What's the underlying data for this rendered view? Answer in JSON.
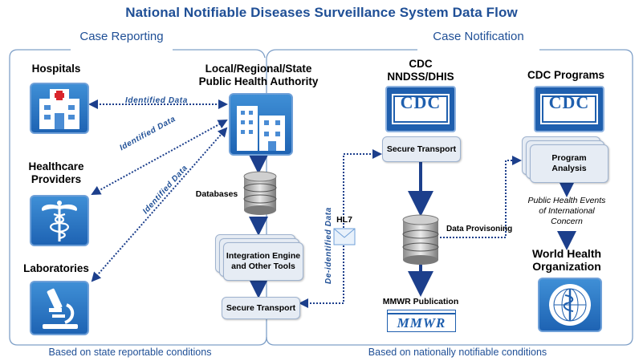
{
  "title": "National Notifiable Diseases Surveillance System Data Flow",
  "sections": {
    "left": "Case Reporting",
    "right": "Case Notification",
    "left_footer": "Based on state reportable conditions",
    "right_footer": "Based on nationally notifiable conditions"
  },
  "nodes": {
    "hospitals": "Hospitals",
    "providers_line1": "Healthcare",
    "providers_line2": "Providers",
    "laboratories": "Laboratories",
    "pha_line1": "Local/Regional/State",
    "pha_line2": "Public Health Authority",
    "databases": "Databases",
    "integration_line1": "Integration Engine",
    "integration_line2": "and Other Tools",
    "secure_transport_left": "Secure Transport",
    "hl7": "HL7",
    "cdc_line1": "CDC",
    "cdc_line2": "NNDSS/DHIS",
    "secure_transport_right": "Secure Transport",
    "data_provisioning": "Data Provisoning",
    "mmwr_publication": "MMWR Publication",
    "mmwr_logo": "MMWR",
    "cdc_programs": "CDC Programs",
    "program_line1": "Program",
    "program_line2": "Analysis",
    "phe_line1": "Public Health Events",
    "phe_line2": "of International",
    "phe_line3": "Concern",
    "who_line1": "World Health",
    "who_line2": "Organization",
    "cdc_logo": "CDC"
  },
  "edge_labels": {
    "hospital_identified": "Identified Data",
    "provider_identified": "Identified Data",
    "lab_identified": "Identified Data",
    "deidentified": "De-identified Data"
  },
  "colors": {
    "accent": "#1f4f96",
    "arrow_dark": "#1c3f8c",
    "card_bg": "#e6ecf4"
  }
}
